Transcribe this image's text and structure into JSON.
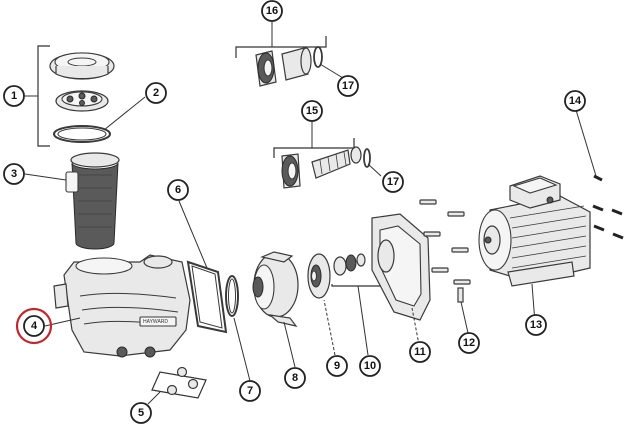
{
  "diagram": {
    "callouts": [
      {
        "id": "1",
        "label": "1"
      },
      {
        "id": "2",
        "label": "2"
      },
      {
        "id": "3",
        "label": "3"
      },
      {
        "id": "4",
        "label": "4",
        "highlighted": true
      },
      {
        "id": "5",
        "label": "5"
      },
      {
        "id": "6",
        "label": "6"
      },
      {
        "id": "7",
        "label": "7"
      },
      {
        "id": "8",
        "label": "8"
      },
      {
        "id": "9",
        "label": "9"
      },
      {
        "id": "10",
        "label": "10"
      },
      {
        "id": "11",
        "label": "11"
      },
      {
        "id": "12",
        "label": "12"
      },
      {
        "id": "13",
        "label": "13"
      },
      {
        "id": "14",
        "label": "14"
      },
      {
        "id": "15",
        "label": "15"
      },
      {
        "id": "16",
        "label": "16"
      },
      {
        "id": "17a",
        "label": "17"
      },
      {
        "id": "17b",
        "label": "17"
      }
    ],
    "highlight_color": "#c1272d",
    "line_color": "#333333"
  }
}
